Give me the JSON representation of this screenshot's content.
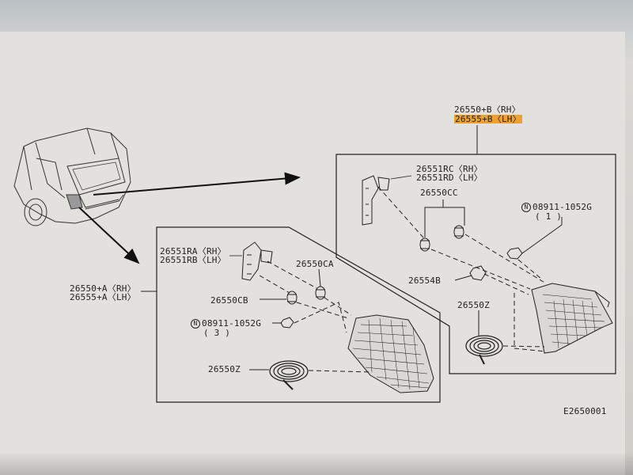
{
  "diagram_code": "E2650001",
  "callouts": {
    "assy_b_rh": "26550+B〈RH〉",
    "assy_b_lh": "26555+B〈LH〉",
    "assy_a_rh": "26550+A〈RH〉",
    "assy_a_lh": "26555+A〈LH〉",
    "bracket_rc": "26551RC〈RH〉",
    "bracket_rd": "26551RD〈LH〉",
    "bracket_ra": "26551RA〈RH〉",
    "bracket_rb": "26551RB〈LH〉",
    "bulb_cc": "26550CC",
    "bulb_ca": "26550CA",
    "bulb_cb": "26550CB",
    "nut_b": "26554B",
    "bolt_right_symbol": "N",
    "bolt_right": "08911-1052G",
    "bolt_right_qty": "( 1 )",
    "bolt_left_symbol": "N",
    "bolt_left": "08911-1052G",
    "bolt_left_qty": "( 3 )",
    "seal_right": "26550Z",
    "seal_left": "26550Z"
  },
  "colors": {
    "highlight": "#f0a030",
    "line": "#222222"
  }
}
